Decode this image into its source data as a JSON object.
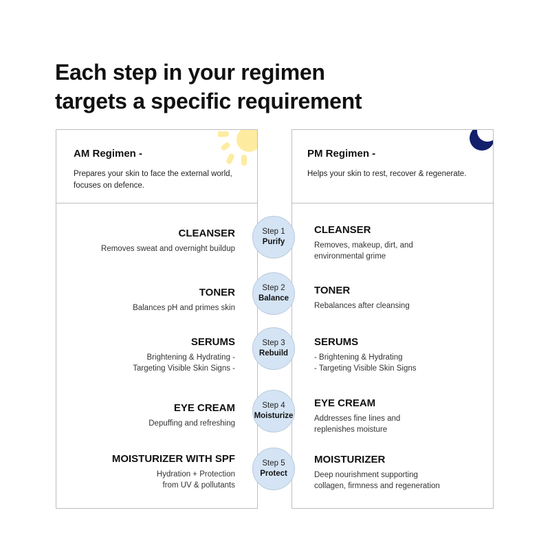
{
  "headline": {
    "line1": "Each step in your regimen",
    "line2": "targets a specific requirement"
  },
  "am": {
    "title": "AM Regimen -",
    "description": "Prepares your skin to face the external world, focuses on defence.",
    "icon": "sun-icon",
    "icon_color": "#fdeca0"
  },
  "pm": {
    "title": "PM Regimen -",
    "description": "Helps your skin to rest, recover & regenerate.",
    "icon": "moon-icon",
    "icon_color": "#121f6b"
  },
  "steps": [
    {
      "step": "Step 1",
      "verb": "Purify",
      "am_name": "CLEANSER",
      "am_desc": "Removes sweat and overnight buildup",
      "pm_name": "CLEANSER",
      "pm_desc": "Removes, makeup, dirt, and\nenvironmental grime"
    },
    {
      "step": "Step 2",
      "verb": "Balance",
      "am_name": "TONER",
      "am_desc": "Balances pH and primes skin",
      "pm_name": "TONER",
      "pm_desc": "Rebalances after cleansing"
    },
    {
      "step": "Step 3",
      "verb": "Rebuild",
      "am_name": "SERUMS",
      "am_desc": "Brightening & Hydrating -\nTargeting Visible Skin Signs -",
      "pm_name": "SERUMS",
      "pm_desc": "- Brightening & Hydrating\n- Targeting Visible Skin Signs"
    },
    {
      "step": "Step 4",
      "verb": "Moisturize",
      "am_name": "EYE CREAM",
      "am_desc": "Depuffing and refreshing",
      "pm_name": "EYE CREAM",
      "pm_desc": "Addresses fine lines and\nreplenishes moisture"
    },
    {
      "step": "Step 5",
      "verb": "Protect",
      "am_name": "MOISTURIZER WITH SPF",
      "am_desc": "Hydration + Protection\nfrom UV & pollutants",
      "pm_name": "MOISTURIZER",
      "pm_desc": "Deep nourishment supporting\ncollagen, firmness and regeneration"
    }
  ],
  "colors": {
    "step_circle": "#d4e4f4",
    "border": "#bdbdbd"
  }
}
